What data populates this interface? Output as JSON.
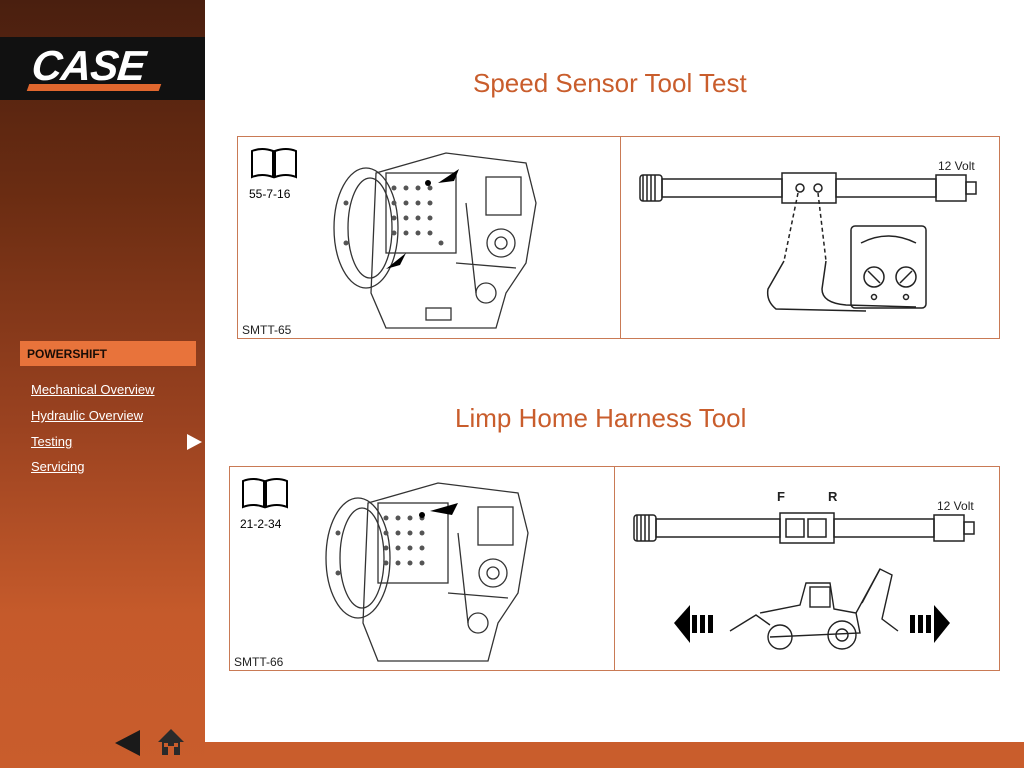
{
  "brand": {
    "logo_text": "CASE"
  },
  "sidebar": {
    "section_label": "POWERSHIFT",
    "items": [
      {
        "label": "Mechanical Overview",
        "current": false
      },
      {
        "label": "Hydraulic Overview",
        "current": false
      },
      {
        "label": "Testing",
        "current": true
      },
      {
        "label": "Servicing",
        "current": false
      }
    ]
  },
  "main": {
    "sections": [
      {
        "title": "Speed Sensor Tool Test",
        "manual_ref": "55-7-16",
        "figure_label": "SMTT-65",
        "voltage_label": "12 Volt"
      },
      {
        "title": "Limp Home Harness Tool",
        "manual_ref": "21-2-34",
        "figure_label": "SMTT-66",
        "voltage_label": "12 Volt",
        "switch_labels": {
          "forward": "F",
          "reverse": "R"
        }
      }
    ]
  },
  "navigation": {
    "back_icon": "back-arrow-icon",
    "home_icon": "home-icon"
  },
  "colors": {
    "accent": "#c95d2c",
    "logo_bg": "#111111",
    "section_tab": "#e8733b"
  }
}
